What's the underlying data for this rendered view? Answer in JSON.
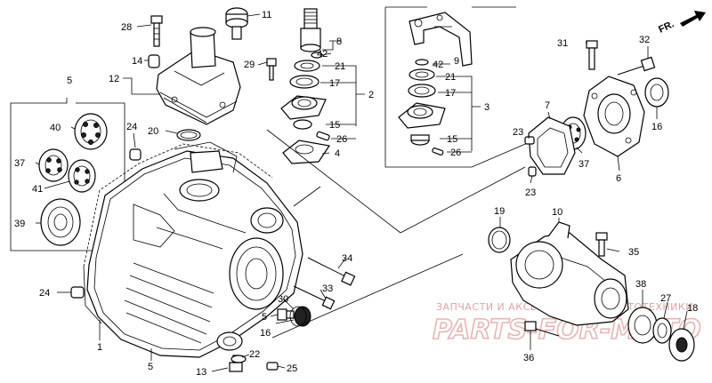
{
  "direction_label": "FR.",
  "watermark": {
    "caption": "ЗАПЧАСТИ И АКСЕССУАРЫ ДЛЯ МОТОТЕХНИКИ",
    "logo": "PARTS-FOR-MOTO"
  },
  "callouts": {
    "c1": "1",
    "c2": "2",
    "c3": "3",
    "c4": "4",
    "c5a": "5",
    "c5b": "5",
    "c5c": "5",
    "c6": "6",
    "c7": "7",
    "c8": "8",
    "c9": "9",
    "c10": "10",
    "c11": "11",
    "c12": "12",
    "c13": "13",
    "c14": "14",
    "c15a": "15",
    "c15b": "15",
    "c16a": "16",
    "c16b": "16",
    "c17a": "17",
    "c17b": "17",
    "c18": "18",
    "c19": "19",
    "c20": "20",
    "c21a": "21",
    "c21b": "21",
    "c22": "22",
    "c23a": "23",
    "c23b": "23",
    "c24a": "24",
    "c24b": "24",
    "c25": "25",
    "c26a": "26",
    "c26b": "26",
    "c27": "27",
    "c28": "28",
    "c29": "29",
    "c30": "30",
    "c31": "31",
    "c32": "32",
    "c33": "33",
    "c34": "34",
    "c35": "35",
    "c36": "36",
    "c37a": "37",
    "c37b": "37",
    "c38": "38",
    "c39": "39",
    "c40": "40",
    "c41": "41",
    "c42a": "42",
    "c42b": "42"
  }
}
